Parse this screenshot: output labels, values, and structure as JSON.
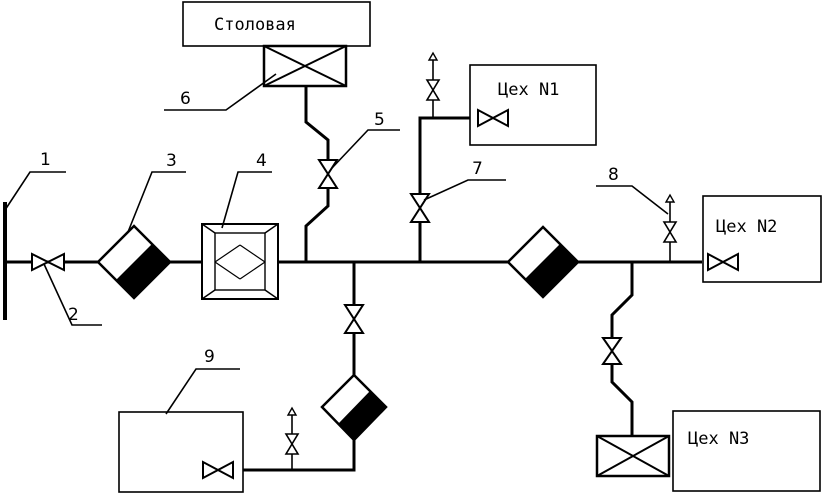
{
  "labels": {
    "canteen": "Столовая",
    "shop1": "Цех N1",
    "shop2": "Цех N2",
    "shop3": "Цех N3"
  },
  "callouts": {
    "c1": "1",
    "c2": "2",
    "c3": "3",
    "c4": "4",
    "c5": "5",
    "c6": "6",
    "c7": "7",
    "c8": "8",
    "c9": "9"
  }
}
